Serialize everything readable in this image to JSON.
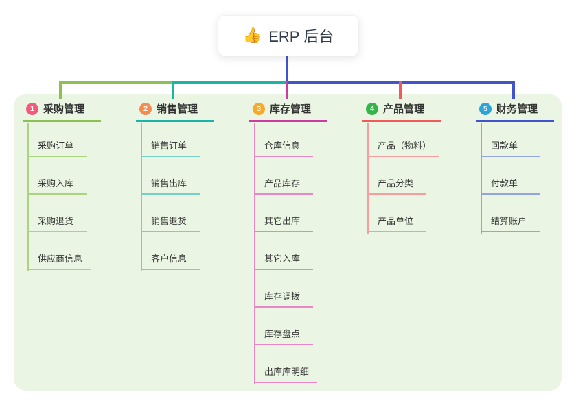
{
  "root": {
    "emoji": "👍",
    "title": "ERP 后台"
  },
  "colors": {
    "canvas_panel": "#eaf6e3",
    "root_connector": "#4254cc",
    "bus_segments": {
      "left_green": "#8cc152",
      "mid_teal": "#1ab5a6",
      "right_blue": "#4254cc"
    },
    "branch_drops": {
      "b1": "#8cc152",
      "b2": "#1ab5a6",
      "b3": "#cd3aa2",
      "b4": "#f15a5a",
      "b5": "#4254cc"
    }
  },
  "branches": [
    {
      "number": "1",
      "label": "采购管理",
      "badge_color": "#f4587a",
      "line_color": "#8cc152",
      "items": [
        "采购订单",
        "采购入库",
        "采购退货",
        "供应商信息"
      ]
    },
    {
      "number": "2",
      "label": "销售管理",
      "badge_color": "#f78a4d",
      "line_color": "#1ab5a6",
      "items": [
        "销售订单",
        "销售出库",
        "销售退货",
        "客户信息"
      ]
    },
    {
      "number": "3",
      "label": "库存管理",
      "badge_color": "#f7a927",
      "line_color": "#cd3aa2",
      "items": [
        "仓库信息",
        "产品库存",
        "其它出库",
        "其它入库",
        "库存调拨",
        "库存盘点",
        "出库库明细"
      ]
    },
    {
      "number": "4",
      "label": "产品管理",
      "badge_color": "#35b44a",
      "line_color": "#f15a5a",
      "items": [
        "产品（物料）",
        "产品分类",
        "产品单位"
      ]
    },
    {
      "number": "5",
      "label": "财务管理",
      "badge_color": "#2ba4d9",
      "line_color": "#4254cc",
      "items": [
        "回款单",
        "付款单",
        "结算账户"
      ]
    }
  ]
}
